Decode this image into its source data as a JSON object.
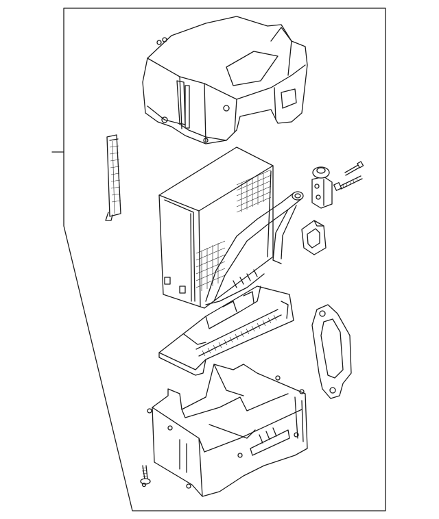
{
  "diagram": {
    "parts": [
      {
        "id": "upper-case",
        "icon": "upper-case-housing"
      },
      {
        "id": "filter",
        "icon": "air-filter"
      },
      {
        "id": "evaporator-core",
        "icon": "evaporator-core"
      },
      {
        "id": "expansion-valve",
        "icon": "expansion-valve"
      },
      {
        "id": "bolts",
        "icon": "bolt"
      },
      {
        "id": "grommet",
        "icon": "grommet"
      },
      {
        "id": "drain-tray",
        "icon": "drain-tray"
      },
      {
        "id": "seal-gasket",
        "icon": "gasket"
      },
      {
        "id": "lower-case",
        "icon": "lower-case-housing"
      },
      {
        "id": "screw",
        "icon": "screw"
      }
    ],
    "line_color": "#1a1a1a",
    "background": "#ffffff"
  }
}
